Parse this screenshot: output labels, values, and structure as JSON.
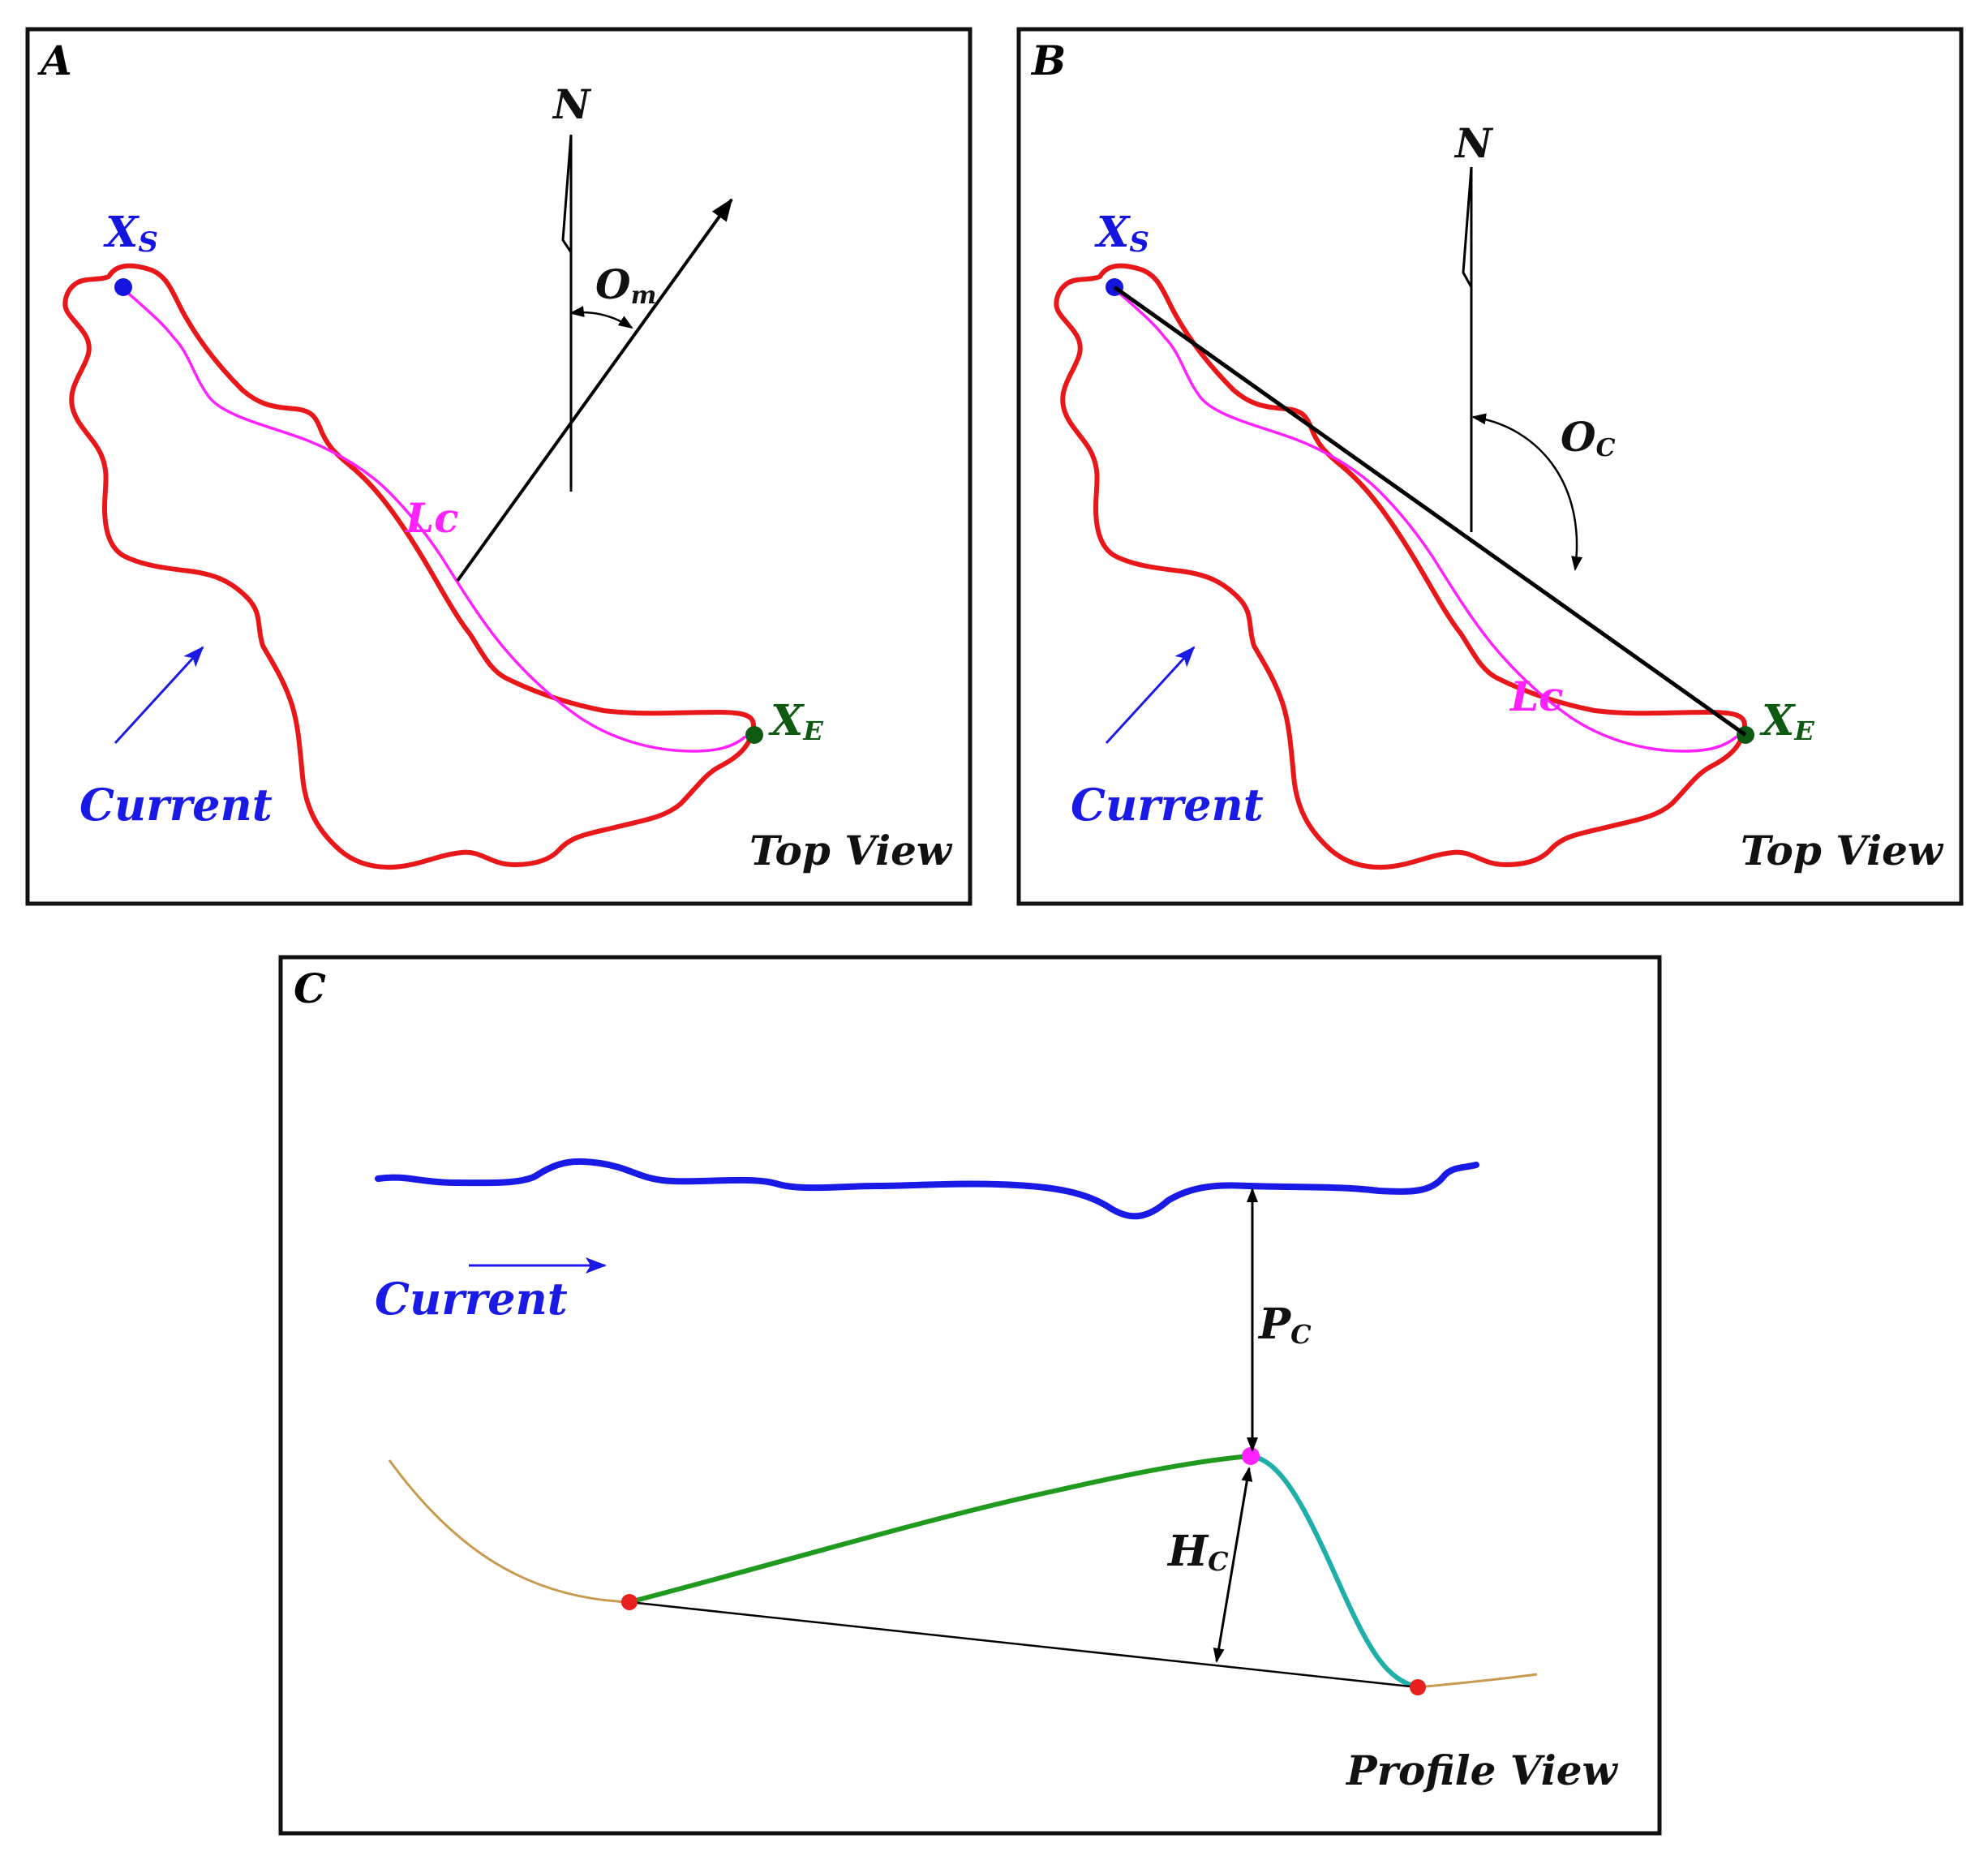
{
  "colors": {
    "frame": "#111111",
    "outline": "#e8181a",
    "centerline": "#ff22ff",
    "start_point": "#1515e0",
    "end_point": "#0f5a12",
    "current": "#1a1ae6",
    "axis": "#000000",
    "water_surface": "#1a1ae6",
    "seafloor": "#c79a50",
    "stoss_side": "#1f9a1f",
    "lee_side": "#1eb0a8",
    "crest_point": "#ff22ff",
    "base_point": "#e82020"
  },
  "panels": {
    "a": {
      "letter": "A",
      "north": "N",
      "orientation_symbol": "O",
      "orientation_sub": "m",
      "start_symbol": "X",
      "start_sub": "S",
      "end_symbol": "X",
      "end_sub": "E",
      "length_label": "Lc",
      "current_label": "Current",
      "view_label": "Top View"
    },
    "b": {
      "letter": "B",
      "north": "N",
      "orientation_symbol": "O",
      "orientation_sub": "C",
      "start_symbol": "X",
      "start_sub": "S",
      "end_symbol": "X",
      "end_sub": "E",
      "length_label": "Lc",
      "current_label": "Current",
      "view_label": "Top View"
    },
    "c": {
      "letter": "C",
      "depth_symbol": "P",
      "depth_sub": "C",
      "height_symbol": "H",
      "height_sub": "C",
      "current_label": "Current",
      "view_label": "Profile View"
    }
  }
}
